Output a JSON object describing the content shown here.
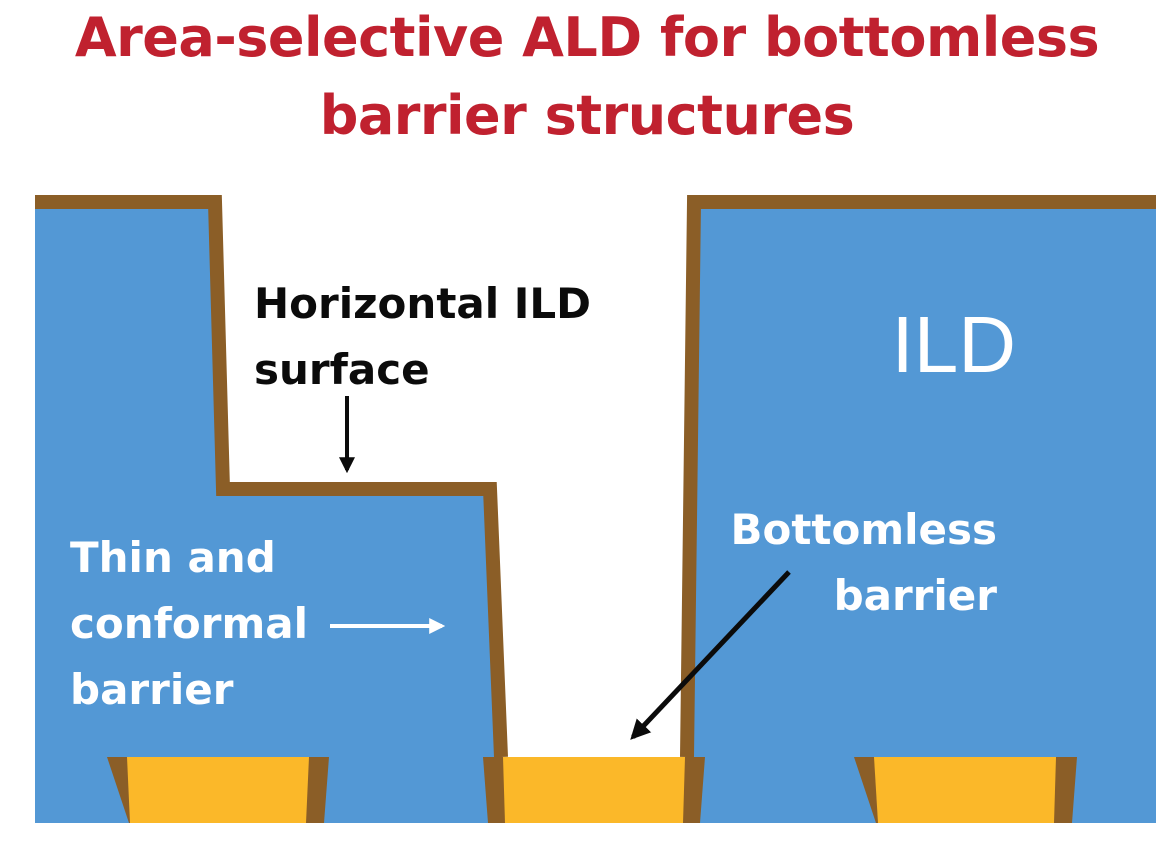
{
  "title": {
    "line1": "Area-selective ALD for bottomless",
    "line2": "barrier structures"
  },
  "labels": {
    "horizontal_line1": "Horizontal ILD",
    "horizontal_line2": "surface",
    "thin_line1": "Thin and",
    "thin_line2": "conformal",
    "thin_line3": "barrier",
    "bottomless_line1": "Bottomless",
    "bottomless_line2": "barrier",
    "ild": "ILD"
  },
  "colors": {
    "ild_blue": "#5398d5",
    "barrier_brown": "#8b5e27",
    "metal_gold": "#fbb829",
    "title_red": "#c0212f",
    "label_dark": "#0b0b0b",
    "label_light": "#ffffff"
  }
}
